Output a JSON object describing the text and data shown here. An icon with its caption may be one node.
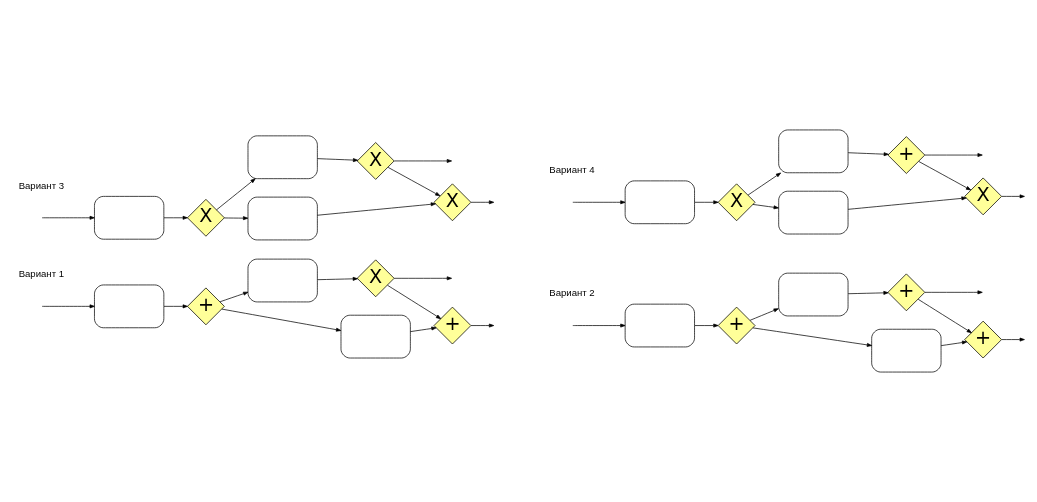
{
  "diagram": {
    "nodes": [
      {
        "text": [],
        "shape": "box"
      },
      {
        "text": [
          "+"
        ]
      },
      {
        "text": [],
        "shape": "box"
      },
      {
        "text": [],
        "shape": "box"
      },
      {
        "text": [
          "X"
        ]
      },
      {
        "text": [
          "+"
        ]
      },
      {
        "text": [],
        "shape": "box"
      },
      {
        "text": [
          "+"
        ]
      },
      {
        "text": [],
        "shape": "box"
      },
      {
        "text": [],
        "shape": "box"
      },
      {
        "text": [
          "+"
        ]
      },
      {
        "text": [
          "+"
        ]
      },
      {
        "text": [],
        "shape": "box"
      },
      {
        "text": [
          "X"
        ]
      },
      {
        "text": [],
        "shape": "box"
      },
      {
        "text": [],
        "shape": "box"
      },
      {
        "text": [
          "X"
        ]
      },
      {
        "text": [
          "X"
        ]
      },
      {
        "text": [],
        "shape": "box"
      },
      {
        "text": [
          "X"
        ]
      },
      {
        "text": [],
        "shape": "box"
      },
      {
        "text": [],
        "shape": "box"
      },
      {
        "text": [
          "+"
        ]
      },
      {
        "text": [
          "X"
        ]
      }
    ],
    "edges": [
      {
        "from": null,
        "to": 0,
        "arrow": "to"
      },
      {
        "from": 0,
        "to": 1,
        "arrow": "to"
      },
      {
        "from": 1,
        "to": 2,
        "arrow": "to"
      },
      {
        "from": 1,
        "to": 3,
        "arrow": "to"
      },
      {
        "from": 2,
        "to": 4,
        "arrow": "to"
      },
      {
        "from": 4,
        "to": null,
        "arrow": "to"
      },
      {
        "from": 4,
        "to": 5,
        "arrow": "to"
      },
      {
        "from": 3,
        "to": 5,
        "arrow": "to"
      },
      {
        "from": 5,
        "to": null,
        "arrow": "to"
      },
      {
        "from": null,
        "to": 6,
        "arrow": "to"
      },
      {
        "from": 6,
        "to": 7,
        "arrow": "to"
      },
      {
        "from": 7,
        "to": 8,
        "arrow": "to"
      },
      {
        "from": 7,
        "to": 9,
        "arrow": "to"
      },
      {
        "from": 8,
        "to": 10,
        "arrow": "to"
      },
      {
        "from": 10,
        "to": null,
        "arrow": "to"
      },
      {
        "from": 10,
        "to": 11,
        "arrow": "to"
      },
      {
        "from": 9,
        "to": 11,
        "arrow": "to"
      },
      {
        "from": 11,
        "to": null,
        "arrow": "to"
      },
      {
        "from": null,
        "to": 12,
        "arrow": "to"
      },
      {
        "from": 12,
        "to": 13,
        "arrow": "to"
      },
      {
        "from": 13,
        "to": 14,
        "arrow": "to"
      },
      {
        "from": 13,
        "to": 15,
        "arrow": "to"
      },
      {
        "from": 14,
        "to": 16,
        "arrow": "to"
      },
      {
        "from": 16,
        "to": null,
        "arrow": "to"
      },
      {
        "from": 16,
        "to": 17,
        "arrow": "to"
      },
      {
        "from": 15,
        "to": 17,
        "arrow": "to"
      },
      {
        "from": 17,
        "to": null,
        "arrow": "to"
      },
      {
        "from": null,
        "to": 18,
        "arrow": "to"
      },
      {
        "from": 18,
        "to": 19,
        "arrow": "to"
      },
      {
        "from": 19,
        "to": 20,
        "arrow": "to"
      },
      {
        "from": 19,
        "to": 21,
        "arrow": "to"
      },
      {
        "from": 20,
        "to": 22,
        "arrow": "to"
      },
      {
        "from": 22,
        "to": null,
        "arrow": "to"
      },
      {
        "from": 22,
        "to": 23,
        "arrow": "to"
      },
      {
        "from": 21,
        "to": 23,
        "arrow": "to"
      },
      {
        "from": 23,
        "to": null,
        "arrow": "to"
      }
    ],
    "labels": [
      "Вариант 1",
      "Вариант 2",
      "Вариант 3",
      "Вариант 4"
    ]
  }
}
